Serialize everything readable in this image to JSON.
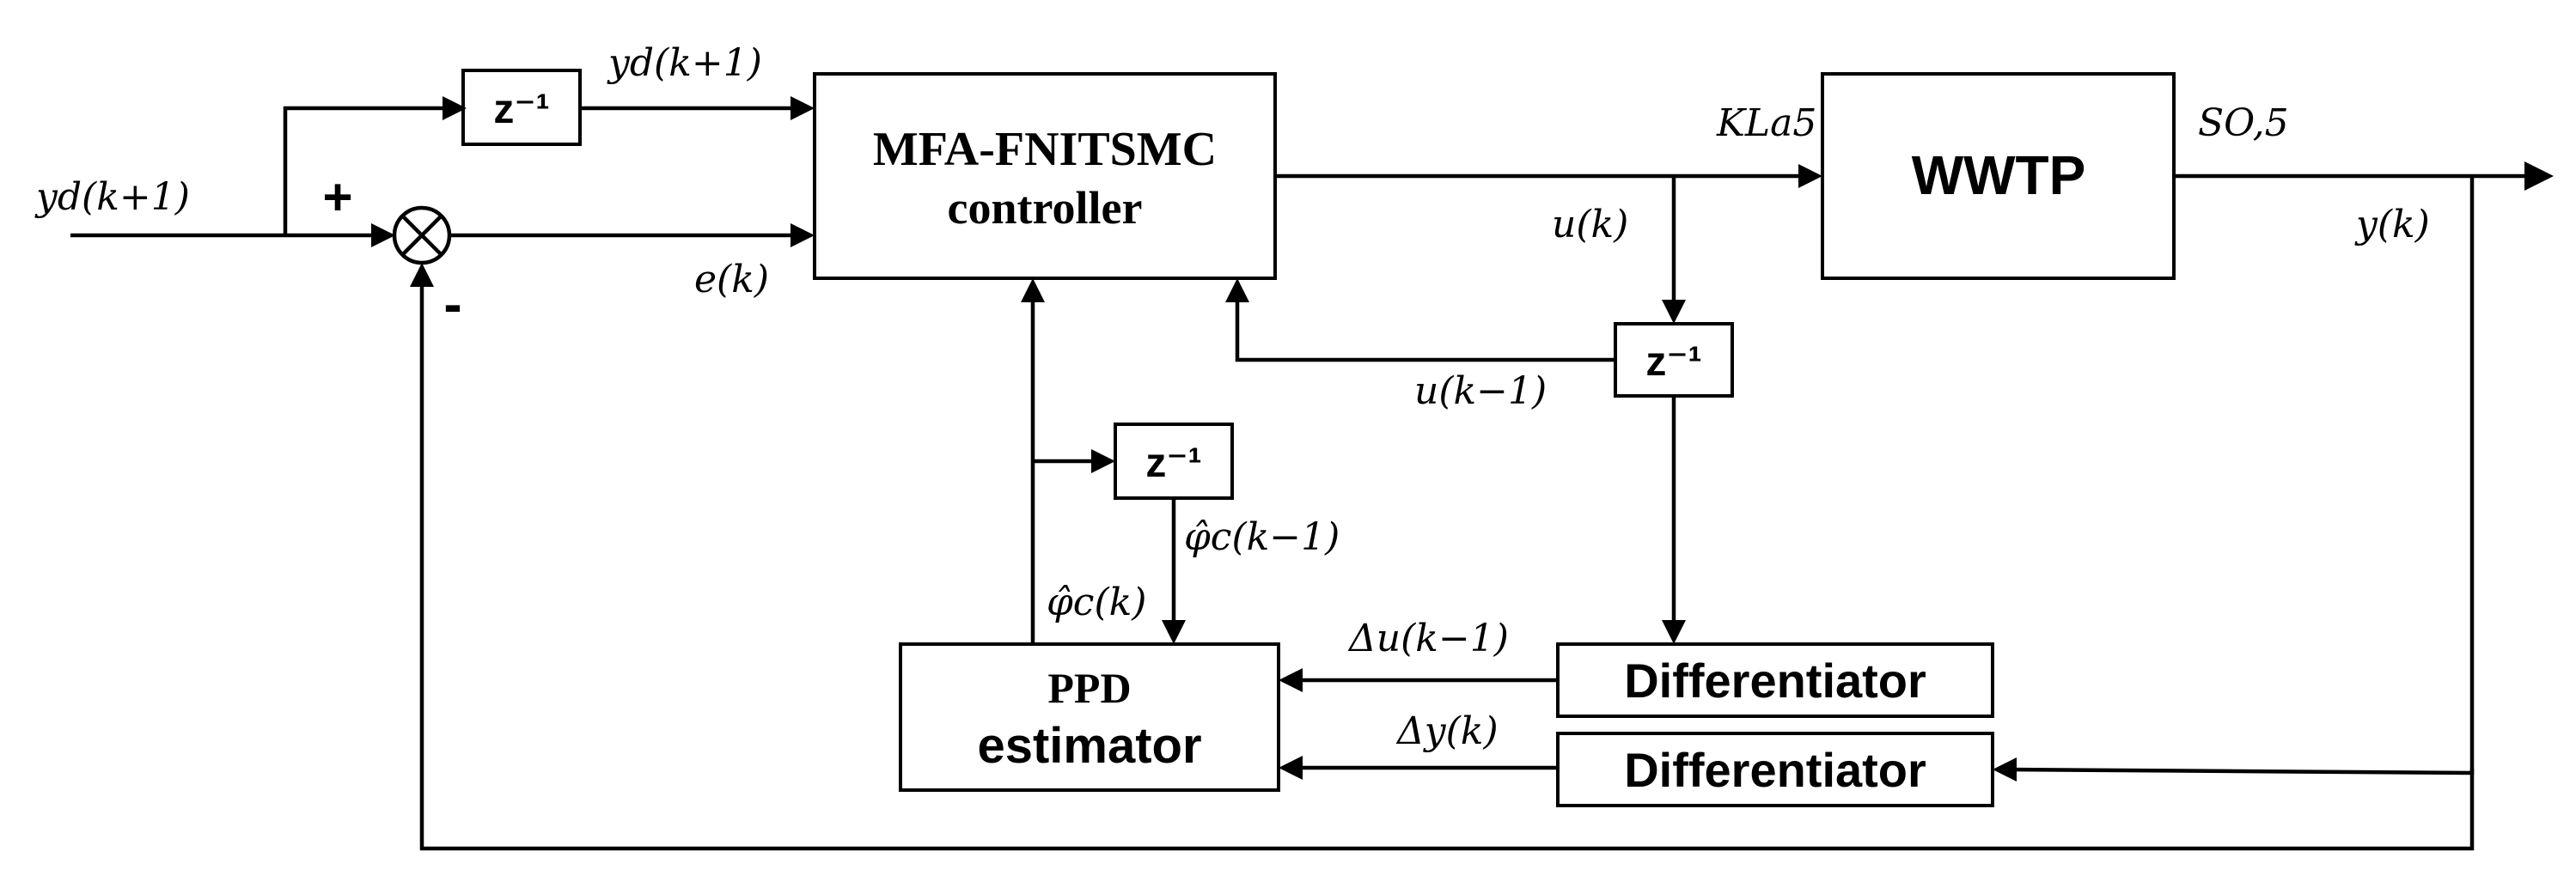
{
  "blocks": {
    "controller_line1": "MFA-FNITSMC",
    "controller_line2": "controller",
    "plant": "WWTP",
    "ppd_line1": "PPD",
    "ppd_line2": "estimator",
    "diff_u": "Differentiator",
    "diff_y": "Differentiator",
    "delay_label": "z⁻¹"
  },
  "signals": {
    "yd_input": "yd(k+1)",
    "yd_to_controller": "yd(k+1)",
    "error": "e(k)",
    "kla5": "KLa5",
    "u_k": "u(k)",
    "so5": "SO,5",
    "y_k": "y(k)",
    "u_k_minus_1": "u(k−1)",
    "phi_k_minus_1": "φ̂c(k−1)",
    "phi_k": "φ̂c(k)",
    "delta_u": "Δu(k−1)",
    "delta_y": "Δy(k)"
  },
  "summing_junction": {
    "plus": "+",
    "minus": "-"
  }
}
